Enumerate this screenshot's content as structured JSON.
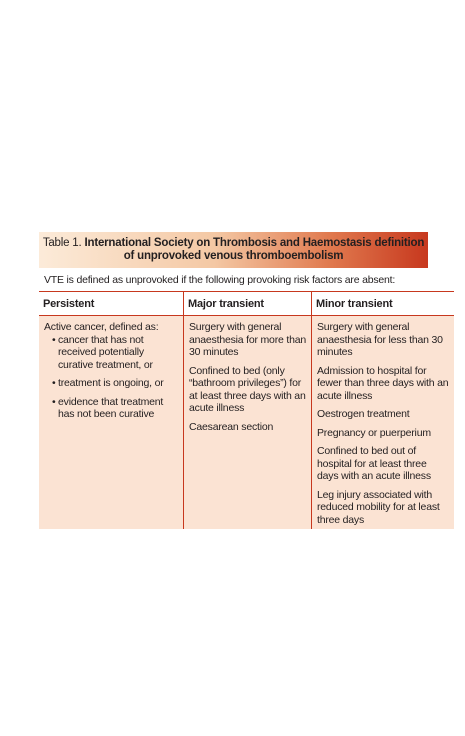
{
  "caption": {
    "label": "Table 1.",
    "title": "International Society on Thrombosis and Haemostasis definition of unprovoked venous thromboembolism"
  },
  "intro": "VTE is defined as unprovoked if the following provoking risk factors are absent:",
  "headers": [
    "Persistent",
    "Major transient",
    "Minor transient"
  ],
  "persistent": {
    "lead": "Active cancer, defined as:",
    "bullets": [
      "cancer that has not received potentially curative treatment, or",
      "treatment is ongoing, or",
      "evidence that treatment has not been curative"
    ]
  },
  "major_transient": [
    "Surgery with general anaesthesia for more than 30 minutes",
    "Confined to bed (only “bathroom privileges”) for at least three days with an acute illness",
    "Caesarean section"
  ],
  "minor_transient": [
    "Surgery with general anaesthesia for less than 30 minutes",
    "Admission to hospital for fewer than three days with an acute illness",
    "Oestrogen treatment",
    "Pregnancy or puerperium",
    "Confined to bed out of hospital for at least three days with an acute illness",
    "Leg injury associated with reduced mobility for at least three days"
  ],
  "colors": {
    "accent": "#c7381e",
    "cell_fill": "#fbe3d3"
  }
}
